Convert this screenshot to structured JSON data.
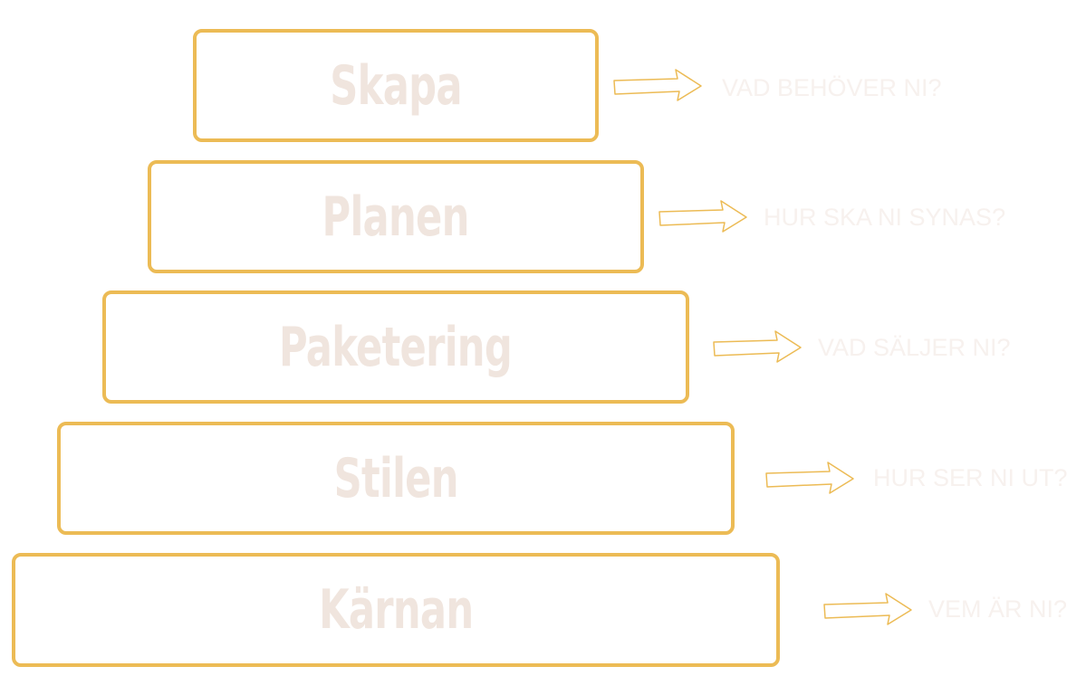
{
  "colors": {
    "tier_border": "#ecbb55",
    "tier_text": "#f0e5de",
    "arrow": "#ecbb55",
    "question_text": "#f7f1ee"
  },
  "tiers": [
    {
      "label": "Skapa",
      "question": "VAD BEHÖVER NI?",
      "arrow_icon": "hand-drawn-arrow-right-icon"
    },
    {
      "label": "Planen",
      "question": "HUR SKA NI SYNAS?",
      "arrow_icon": "hand-drawn-arrow-right-icon"
    },
    {
      "label": "Paketering",
      "question": "VAD SÄLJER NI?",
      "arrow_icon": "hand-drawn-arrow-right-icon"
    },
    {
      "label": "Stilen",
      "question": "HUR SER NI UT?",
      "arrow_icon": "hand-drawn-arrow-right-icon"
    },
    {
      "label": "Kärnan",
      "question": "VEM ÄR NI?",
      "arrow_icon": "hand-drawn-arrow-right-icon"
    }
  ]
}
